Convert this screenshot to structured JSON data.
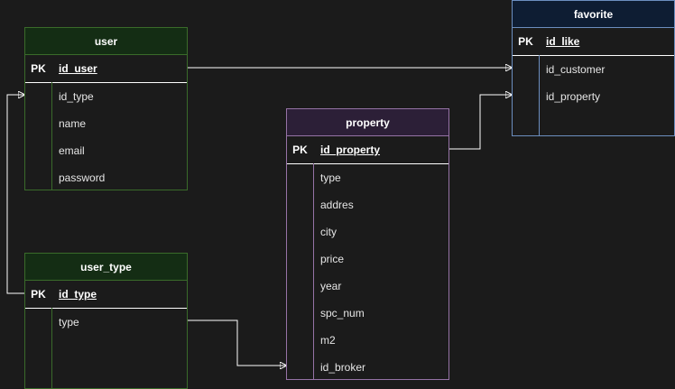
{
  "entities": {
    "user": {
      "title": "user",
      "pk": {
        "key": "PK",
        "name": "id_user"
      },
      "fields": [
        "id_type",
        "name",
        "email",
        "password"
      ]
    },
    "user_type": {
      "title": "user_type",
      "pk": {
        "key": "PK",
        "name": "id_type"
      },
      "fields": [
        "type"
      ]
    },
    "property": {
      "title": "property",
      "pk": {
        "key": "PK",
        "name": "id_property"
      },
      "fields": [
        "type",
        "addres",
        "city",
        "price",
        "year",
        "spc_num",
        "m2",
        "id_broker"
      ]
    },
    "favorite": {
      "title": "favorite",
      "pk": {
        "key": "PK",
        "name": "id_like"
      },
      "fields": [
        "id_customer",
        "id_property"
      ]
    }
  },
  "colors": {
    "background": "#1b1b1b",
    "user_border": "#3a6b2a",
    "user_header": "#142d14",
    "property_border": "#9673a6",
    "property_header": "#2c1f37",
    "favorite_border": "#6c8ebf",
    "favorite_header": "#0e1d33",
    "connector": "#ffffff"
  }
}
